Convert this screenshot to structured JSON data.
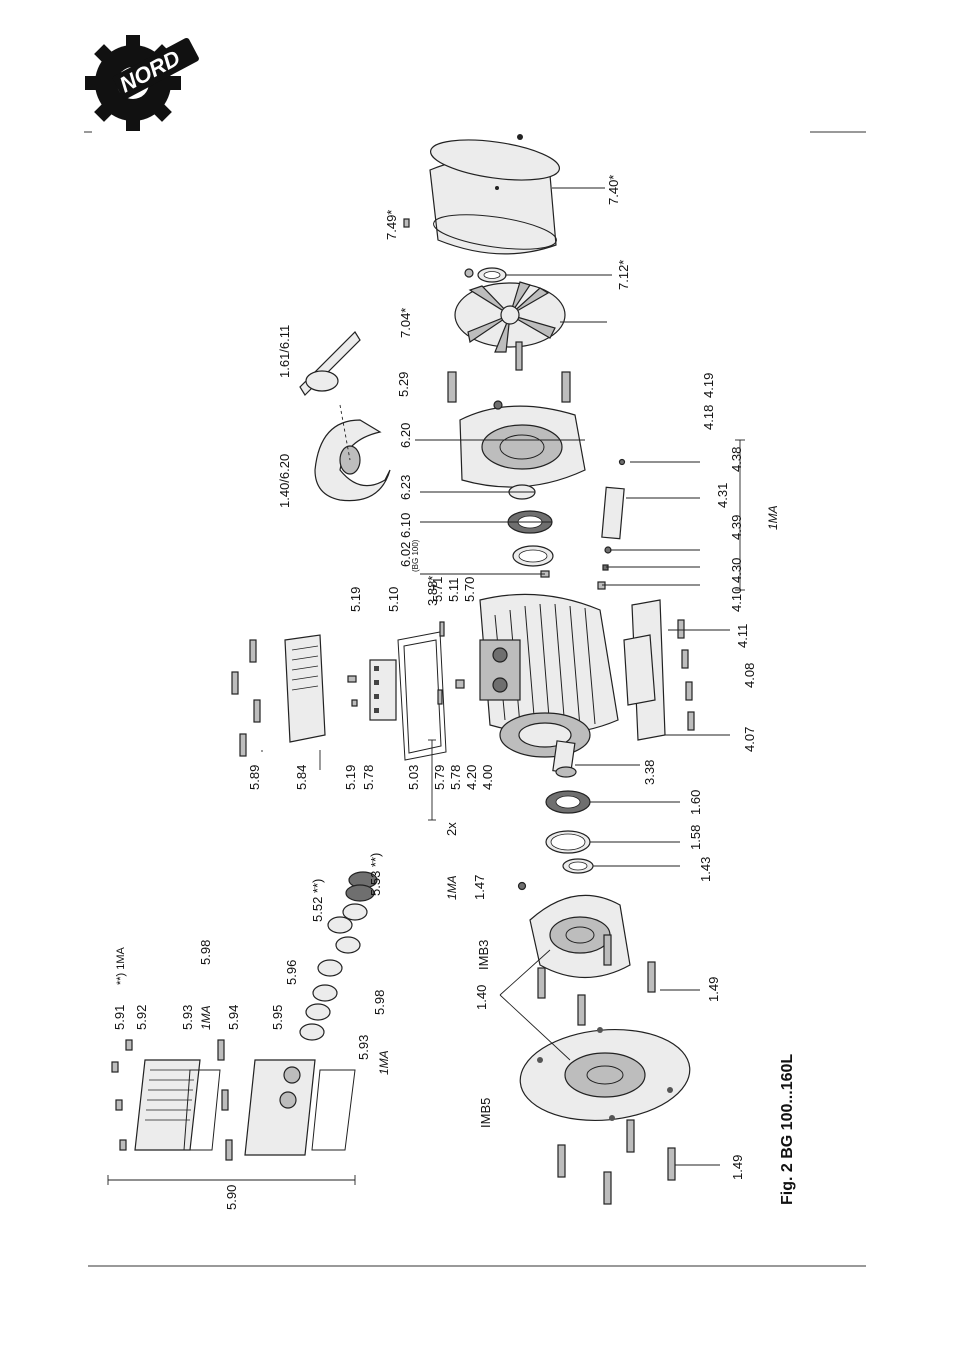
{
  "brand": {
    "name": "NORD"
  },
  "figure": {
    "caption": "Fig. 2   BG 100...160L"
  },
  "labels": {
    "p590": "5.90",
    "p591": "5.91",
    "p591_note": "**) 1MA",
    "p592": "5.92",
    "p593_top": "5.93",
    "p593_top_note": "1MA",
    "p594": "5.94",
    "p595": "5.95",
    "p593_bottom": "5.93",
    "p593_bottom_note": "1MA",
    "p598_top": "5.98",
    "p598_bottom": "5.98",
    "p596": "5.96",
    "p552": "5.52 **)",
    "p553": "5.53 **)",
    "p149_left": "1.49",
    "p149_right": "1.49",
    "p140": "1.40",
    "imb5": "IMB5",
    "imb3": "IMB3",
    "p147": "1.47",
    "p147_note": "1MA",
    "p143": "1.43",
    "p158": "1.58",
    "p160": "1.60",
    "p338": "3.38",
    "p407": "4.07",
    "p408": "4.08",
    "p411": "4.11",
    "p410": "4.10",
    "p430": "4.30",
    "p439": "4.39",
    "p431": "4.31",
    "p438": "4.38",
    "p418": "4.18",
    "p419": "4.19",
    "group_1ma": "1MA",
    "p589": "5.89",
    "p584": "5.84",
    "p519_a": "5.19",
    "p578_a": "5.78",
    "p503": "5.03",
    "p579": "5.79",
    "p578_b": "5.78",
    "p420": "4.20",
    "p400": "4.00",
    "twox": "2x",
    "p571": "5.71",
    "p511": "5.11",
    "p570": "5.70",
    "p519_b": "5.19",
    "p510": "5.10",
    "p388": "3.88*",
    "p602": "6.02",
    "p602_note": "(BG 100)",
    "p610": "6.10",
    "p623": "6.23",
    "p620": "6.20",
    "p140_620": "1.40/6.20",
    "p161_611": "1.61/6.11",
    "p529": "5.29",
    "p704": "7.04*",
    "p712": "7.12*",
    "p749": "7.49*",
    "p740": "7.40*"
  }
}
